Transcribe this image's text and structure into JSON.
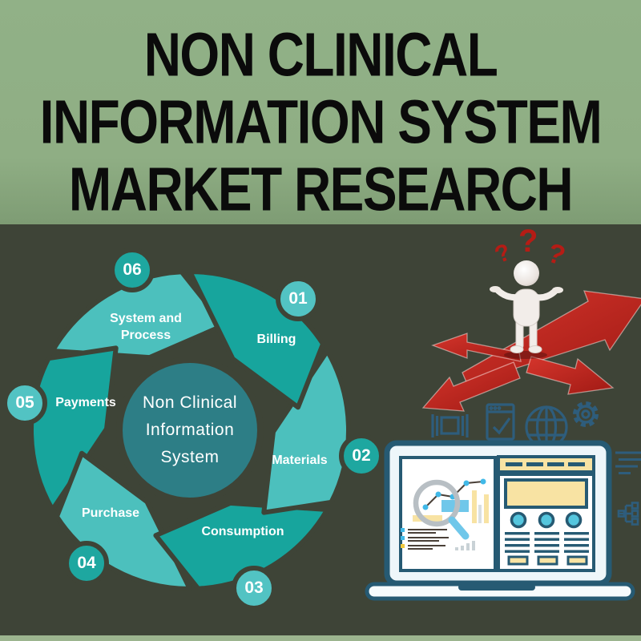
{
  "header": {
    "title_lines": [
      "NON CLINICAL",
      "INFORMATION SYSTEM",
      "MARKET RESEARCH"
    ]
  },
  "cycle": {
    "center": {
      "line1": "Non Clinical",
      "line2": "Information",
      "line3": "System"
    },
    "steps": [
      {
        "num": "01",
        "label": "Billing"
      },
      {
        "num": "02",
        "label": "Materials"
      },
      {
        "num": "03",
        "label": "Consumption"
      },
      {
        "num": "04",
        "label": "Purchase"
      },
      {
        "num": "05",
        "label": "Payments"
      },
      {
        "num": "06",
        "label": "System and Process"
      }
    ]
  },
  "illustration": {
    "question_marks": [
      "?",
      "?",
      "?"
    ],
    "figure": "confused-3d-person-on-crossroad-arrows",
    "icons": [
      "carousel-icon",
      "browser-check-icon",
      "globe-icon",
      "gear-icon",
      "text-lines-icon",
      "sitemap-icon",
      "magnifier-icon",
      "laptop-analytics-illustration"
    ]
  },
  "colors": {
    "header_bg": "#8FAE84",
    "panel_bg": "#3E4437",
    "footer_strip": "#9CB58F",
    "teal_light": "#4CC0BD",
    "teal_dark": "#17A59D",
    "badge_light": "#52C3C3",
    "badge_dark": "#1EA7A0",
    "center_circle": "#2D7E86",
    "label_text": "#FFFFFF",
    "arrow_red": "#C1261E",
    "question_red": "#B51C15",
    "icon_blue": "#2E5D7C",
    "laptop_border": "#265A73",
    "laptop_screen": "#EEF6FA",
    "cream": "#F8E3A3",
    "sky": "#6FC7EA"
  }
}
